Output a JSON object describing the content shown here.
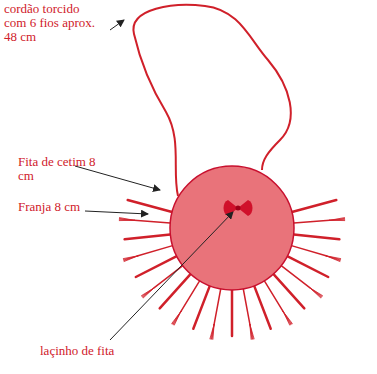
{
  "diagram": {
    "labels": [
      "cordão torcido com 6 fios aprox. 48 cm",
      "Fita de cetim 8 cm",
      "Franja 8 cm",
      "laçinho de fita"
    ]
  }
}
